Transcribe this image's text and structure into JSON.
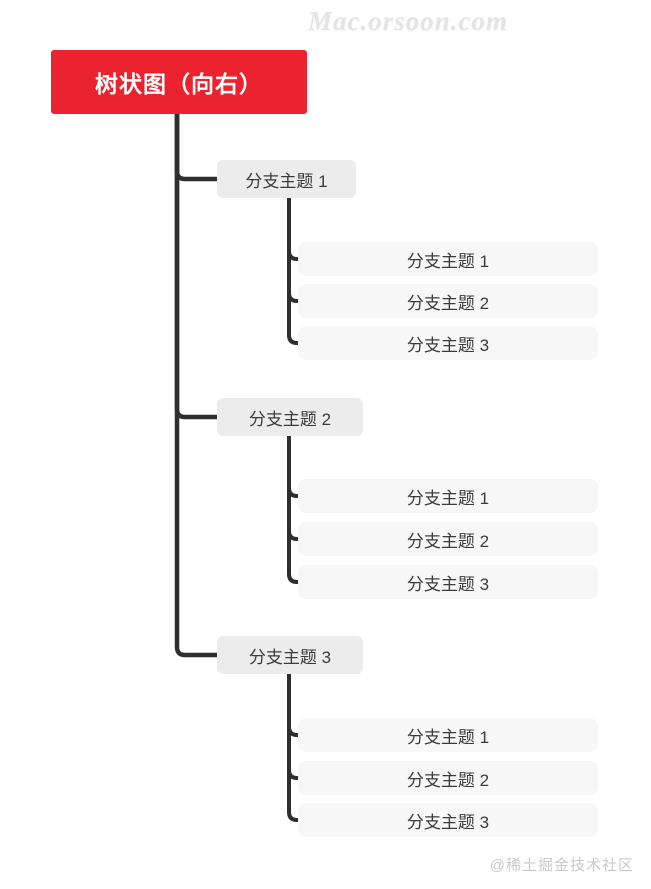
{
  "watermarks": {
    "top": "Mac.orsoon.com",
    "bottom": "@稀土掘金技术社区"
  },
  "root": {
    "label": "树状图（向右）"
  },
  "branches": [
    {
      "label": "分支主题 1",
      "children": [
        {
          "label": "分支主题 1"
        },
        {
          "label": "分支主题 2"
        },
        {
          "label": "分支主题 3"
        }
      ]
    },
    {
      "label": "分支主题 2",
      "children": [
        {
          "label": "分支主题 1"
        },
        {
          "label": "分支主题 2"
        },
        {
          "label": "分支主题 3"
        }
      ]
    },
    {
      "label": "分支主题 3",
      "children": [
        {
          "label": "分支主题 1"
        },
        {
          "label": "分支主题 2"
        },
        {
          "label": "分支主题 3"
        }
      ]
    }
  ],
  "colors": {
    "root_bg": "#ea232e",
    "root_text": "#ffffff",
    "branch_bg": "#ececec",
    "child_bg": "#f7f7f7",
    "node_text": "#3b3b3b",
    "connector": "#2e2e2e"
  }
}
